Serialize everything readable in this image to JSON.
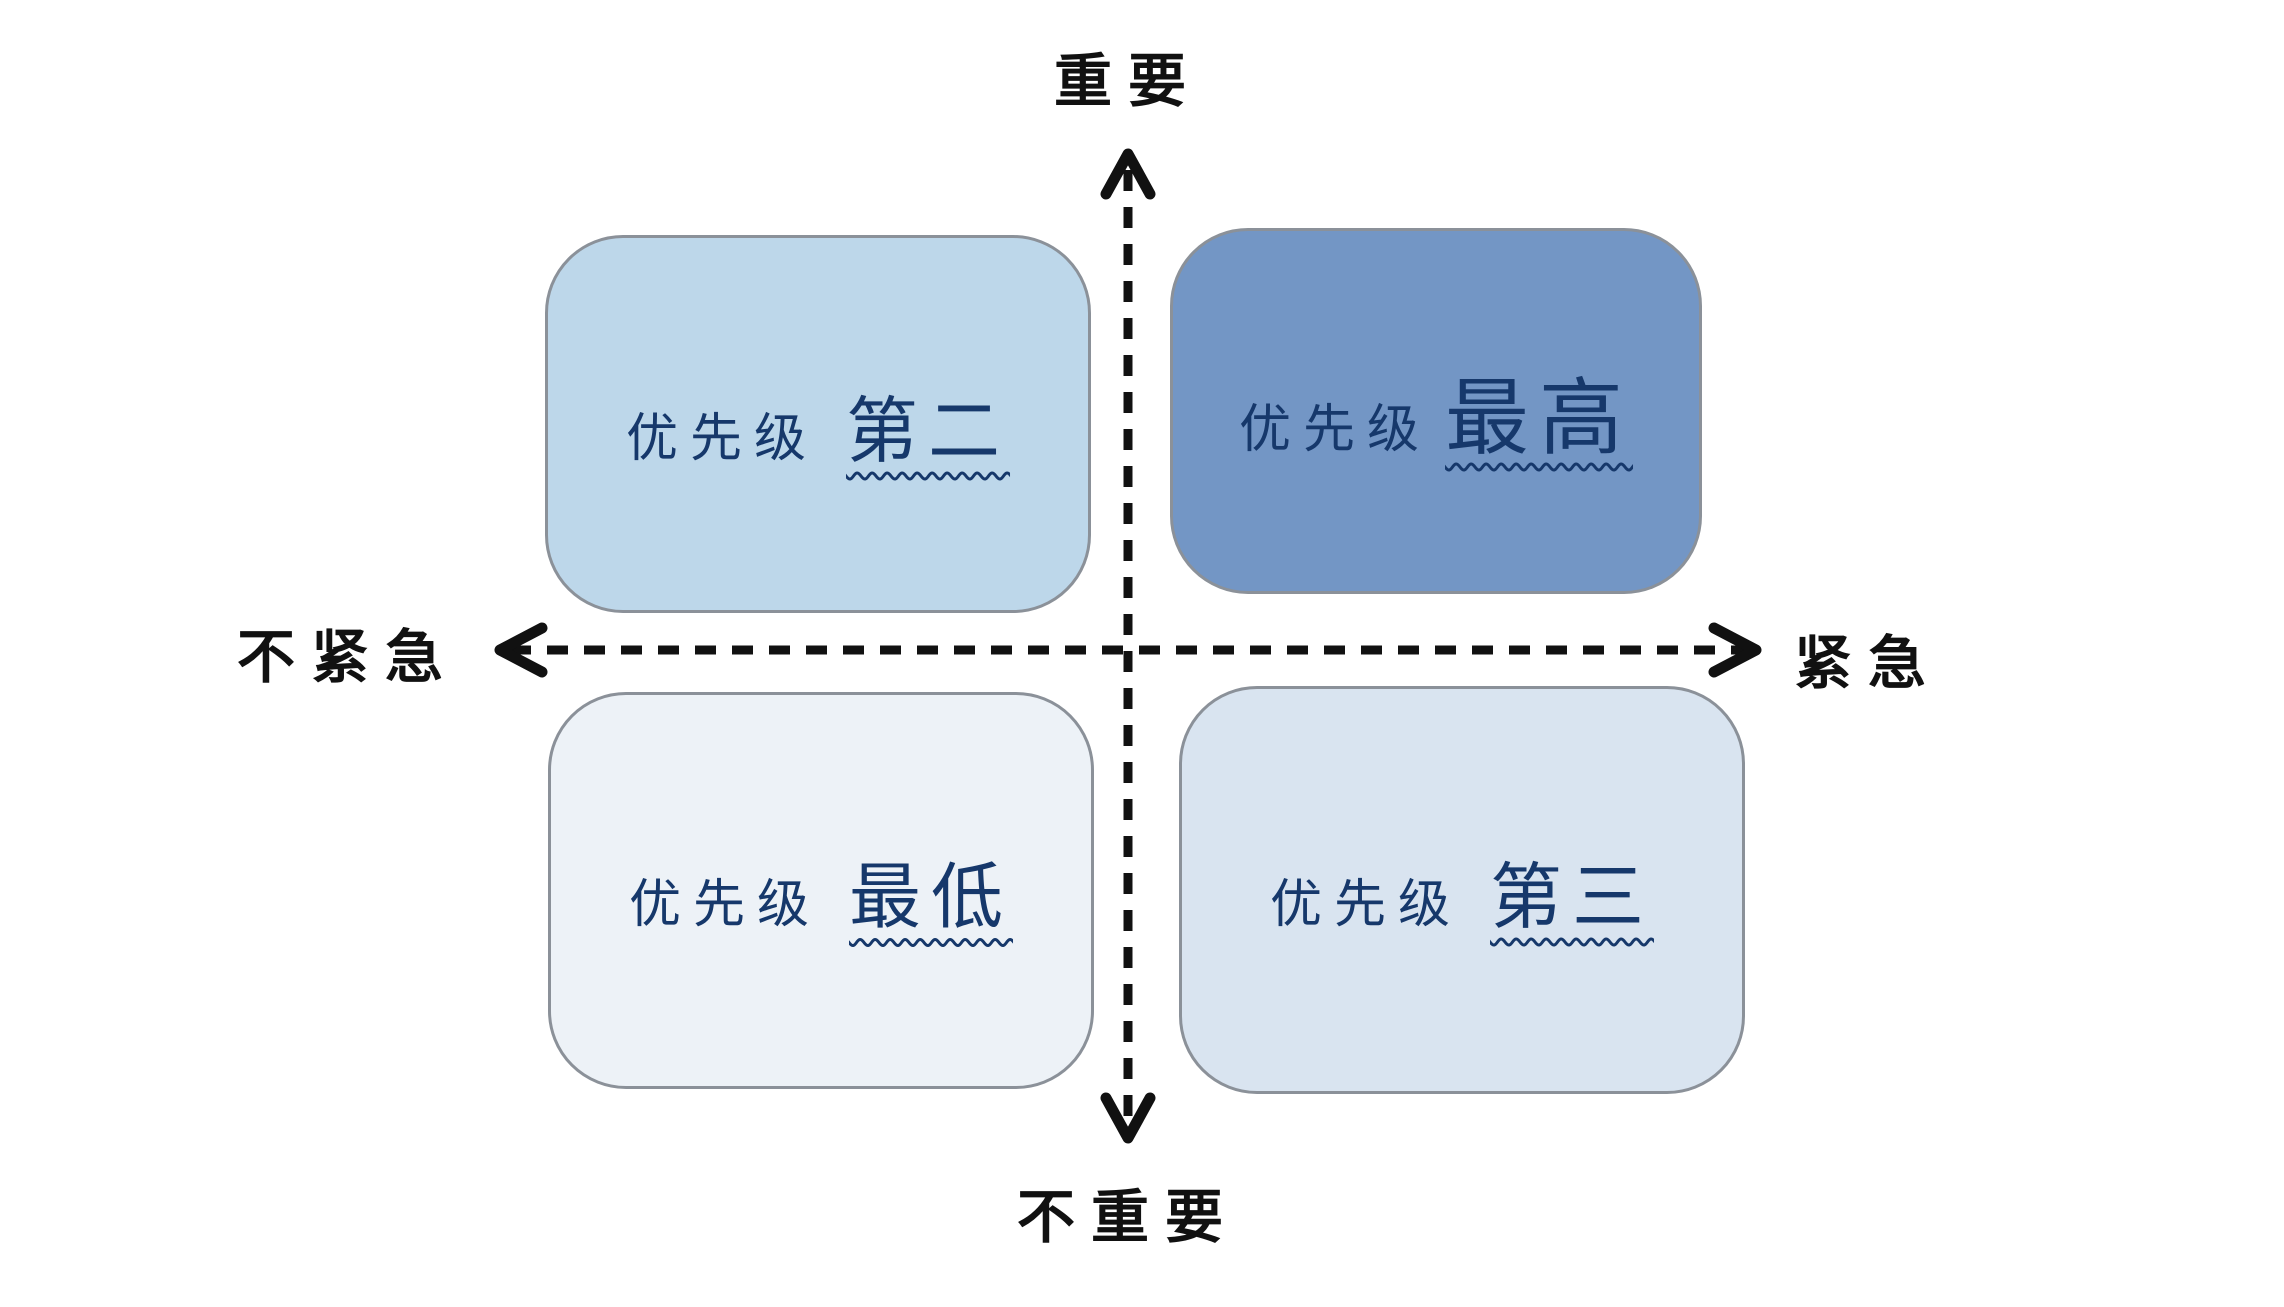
{
  "colors": {
    "background": "#ffffff",
    "axis": "#111111",
    "border": "#8b9199",
    "text_dark": "#16386b",
    "q1_fill": "#7396c5",
    "q2_fill": "#bdd7ea",
    "q3_fill": "#d9e4f0",
    "q4_fill": "#edf2f7"
  },
  "axes": {
    "top_label": "重要",
    "bottom_label": "不重要",
    "left_label": "不紧急",
    "right_label": "紧急"
  },
  "quadrants": [
    {
      "position": "top-left",
      "prefix": "优先级",
      "level": "第二"
    },
    {
      "position": "top-right",
      "prefix": "优先级",
      "level": "最高"
    },
    {
      "position": "bottom-left",
      "prefix": "优先级",
      "level": "最低"
    },
    {
      "position": "bottom-right",
      "prefix": "优先级",
      "level": "第三"
    }
  ]
}
